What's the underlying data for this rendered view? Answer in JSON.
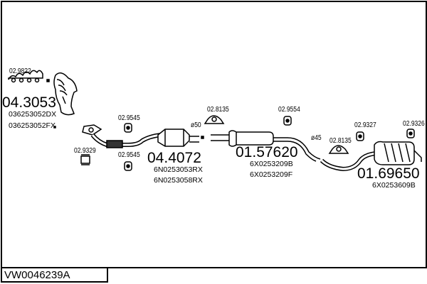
{
  "diagram": {
    "title_code": "VW0046239A",
    "parts": [
      {
        "id": "manifold",
        "number": "04.3053",
        "oem": [
          "036253052DX",
          "036253052FX"
        ],
        "gasket": "02.9822"
      },
      {
        "id": "front-pipe",
        "hardware": [
          "02.9329",
          "02.9545",
          "02.9545"
        ]
      },
      {
        "id": "catalyst",
        "number": "04.4072",
        "oem": [
          "6N0253053RX",
          "6N0253058RX"
        ],
        "diameter": "ø50",
        "clamp": "02.8135"
      },
      {
        "id": "middle-silencer",
        "number": "01.57620",
        "oem": [
          "6X0253209B",
          "6X0253209F"
        ],
        "hanger": "02.9554",
        "diameter": "ø45"
      },
      {
        "id": "rear-silencer",
        "number": "01.69650",
        "oem": [
          "6X0253609B"
        ],
        "hardware": [
          "02.8135",
          "02.9327",
          "02.9326"
        ]
      }
    ]
  },
  "colors": {
    "line": "#000000",
    "background": "#ffffff"
  }
}
